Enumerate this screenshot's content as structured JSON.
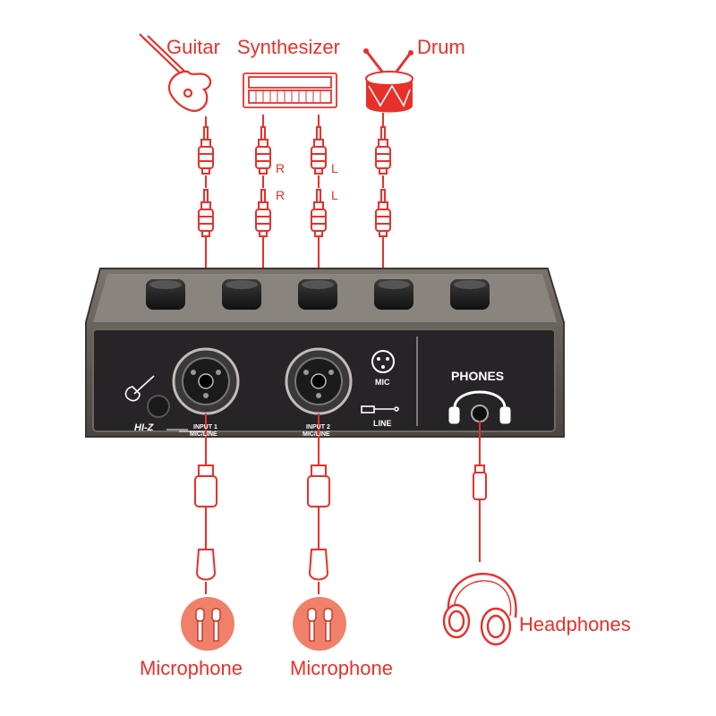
{
  "sources": {
    "guitar": "Guitar",
    "synthesizer": "Synthesizer",
    "drum": "Drum"
  },
  "channels": {
    "right_top": "R",
    "right_bottom": "R",
    "left_top": "L",
    "left_bottom": "L"
  },
  "device": {
    "hiz": "HI-Z",
    "input1": "INPUT 1",
    "input1_sub": "MIC/LINE",
    "input2": "INPUT 2",
    "input2_sub": "MIC/LINE",
    "mic": "MIC",
    "line": "LINE",
    "phones": "PHONES"
  },
  "outputs": {
    "microphone1": "Microphone",
    "microphone2": "Microphone",
    "headphones": "Headphones"
  },
  "colors": {
    "accent": "#e8302a",
    "device_body": "#5b5550",
    "panel": "#262426"
  }
}
